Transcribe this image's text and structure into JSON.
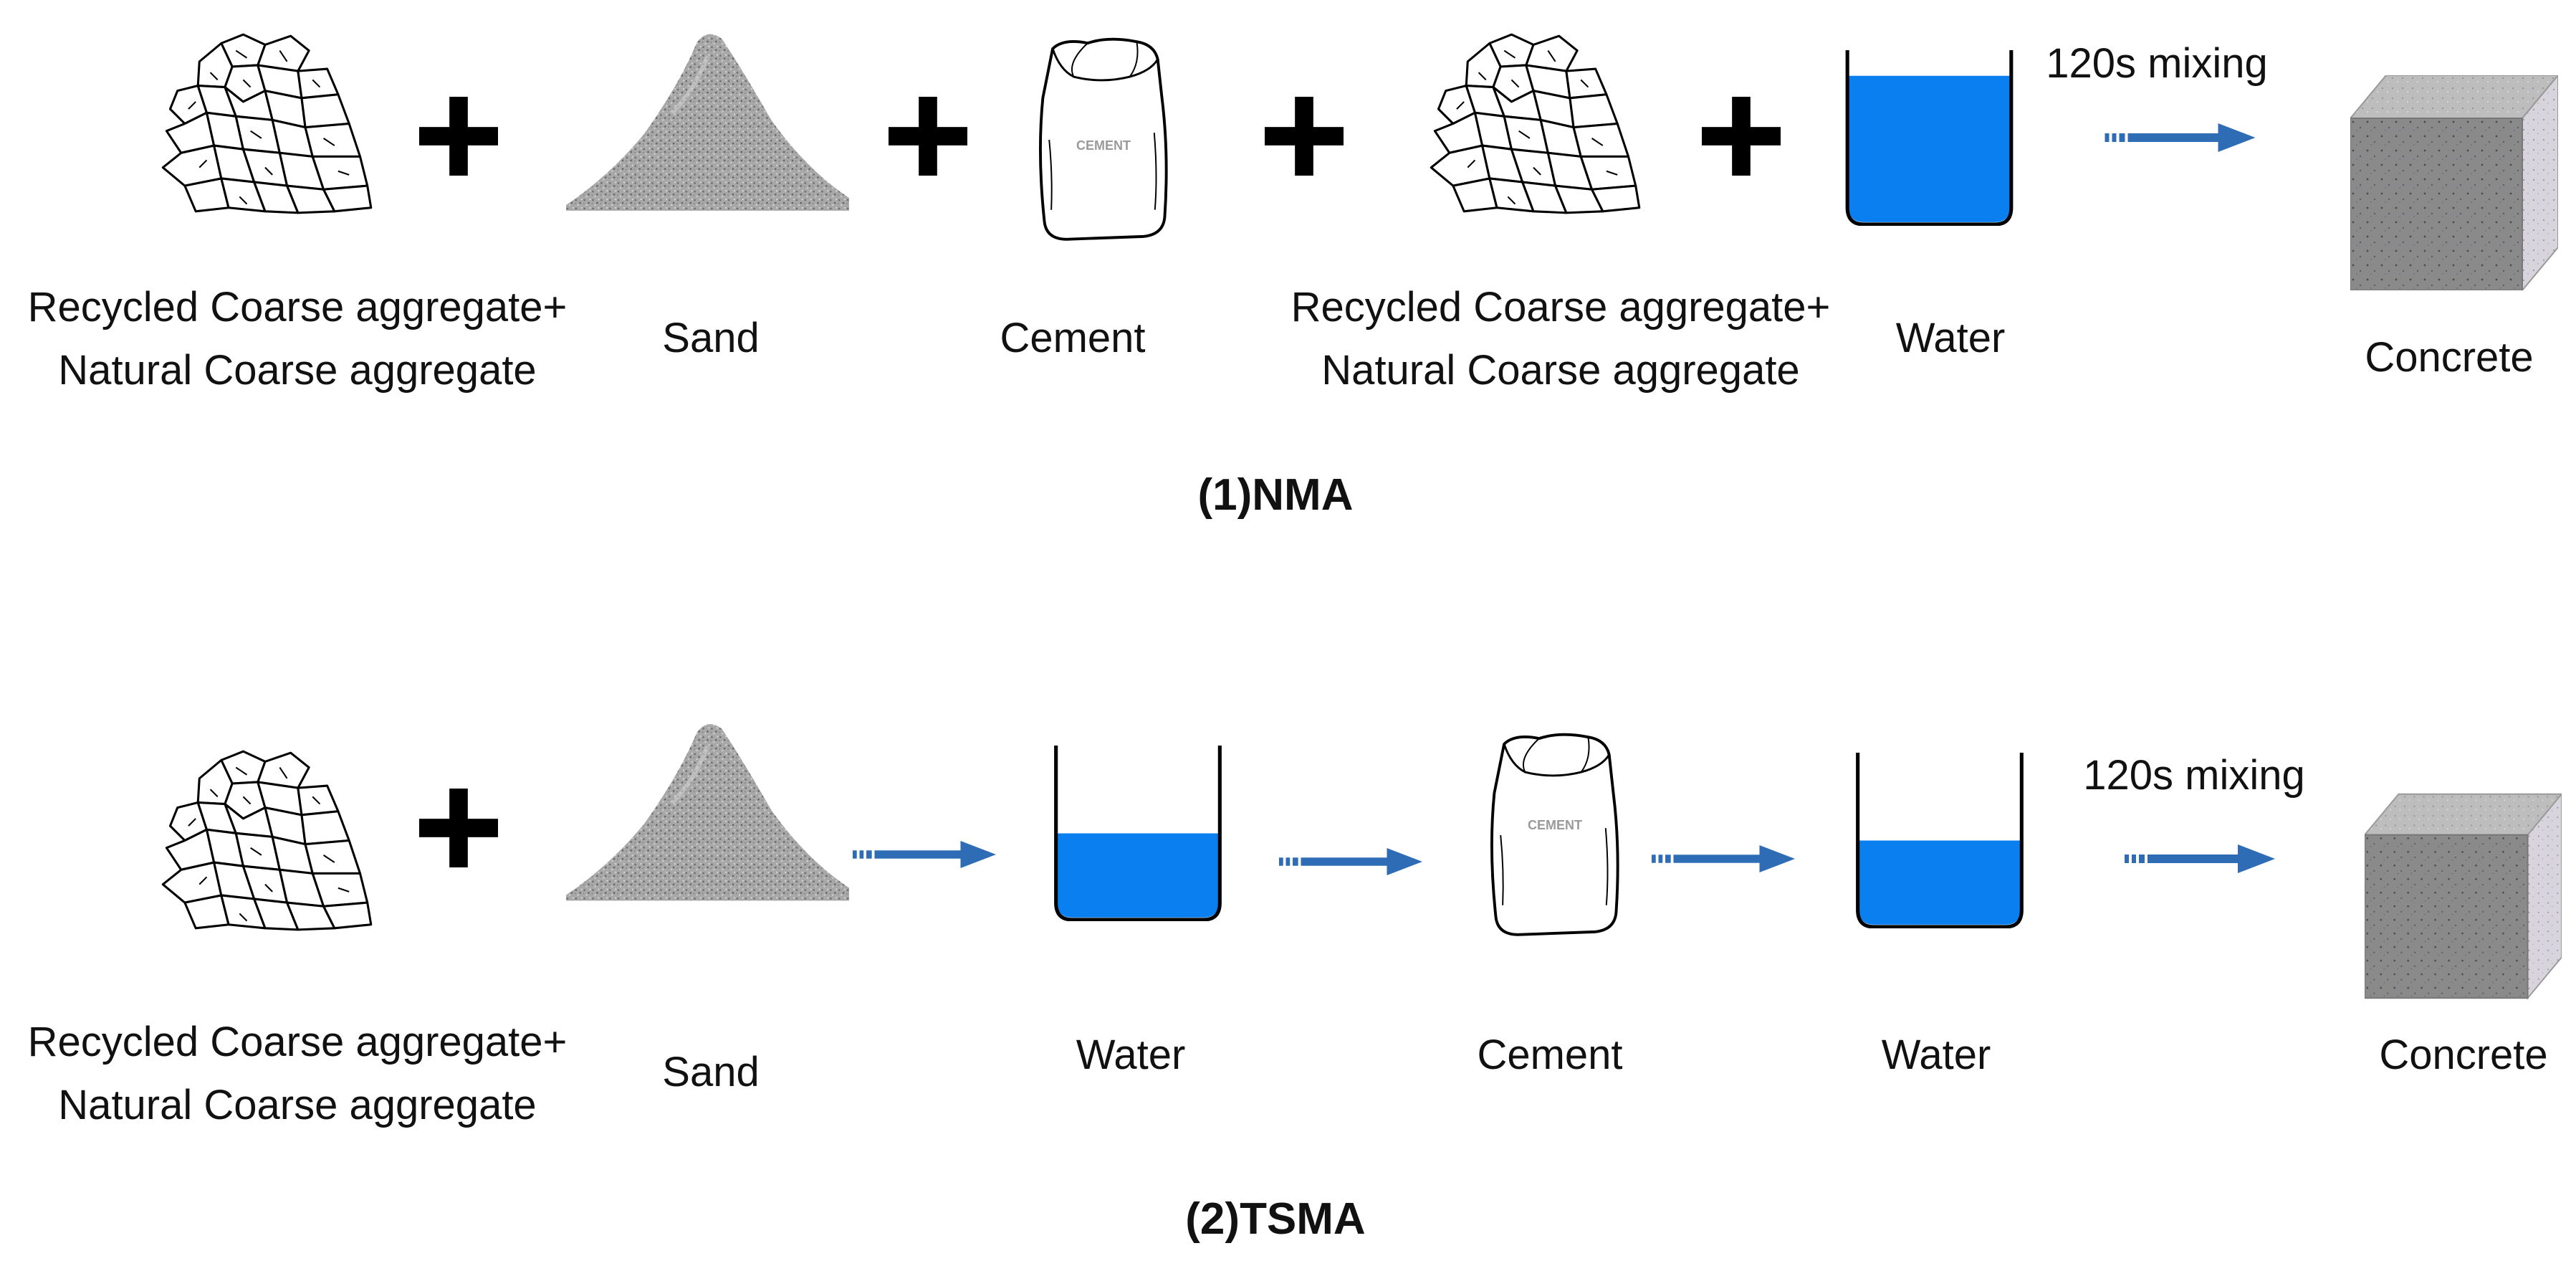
{
  "rows": [
    {
      "title": "(1)NMA",
      "labels": {
        "aggregate_1": [
          "Recycled Coarse aggregate+",
          "Natural Coarse aggregate"
        ],
        "sand": "Sand",
        "cement": "Cement",
        "aggregate_2": [
          "Recycled Coarse aggregate+",
          "Natural Coarse aggregate"
        ],
        "water": "Water",
        "concrete": "Concrete"
      },
      "mixing_label": "120s mixing",
      "bag_text": "CEMENT"
    },
    {
      "title": "(2)TSMA",
      "labels": {
        "aggregate": [
          "Recycled Coarse aggregate+",
          "Natural Coarse aggregate"
        ],
        "sand": "Sand",
        "water_1": "Water",
        "cement": "Cement",
        "water_2": "Water",
        "concrete": "Concrete"
      },
      "mixing_label": "120s mixing",
      "bag_text": "CEMENT"
    }
  ],
  "colors": {
    "arrow": "#2e6cb5",
    "water": "#0a7ff0",
    "plus": "#000000",
    "concrete": "#8c8c8c"
  },
  "icons": [
    "aggregate-icon",
    "sand-pile-icon",
    "cement-bag-icon",
    "beaker-icon",
    "concrete-cube-icon",
    "plus-icon",
    "arrow-icon"
  ]
}
